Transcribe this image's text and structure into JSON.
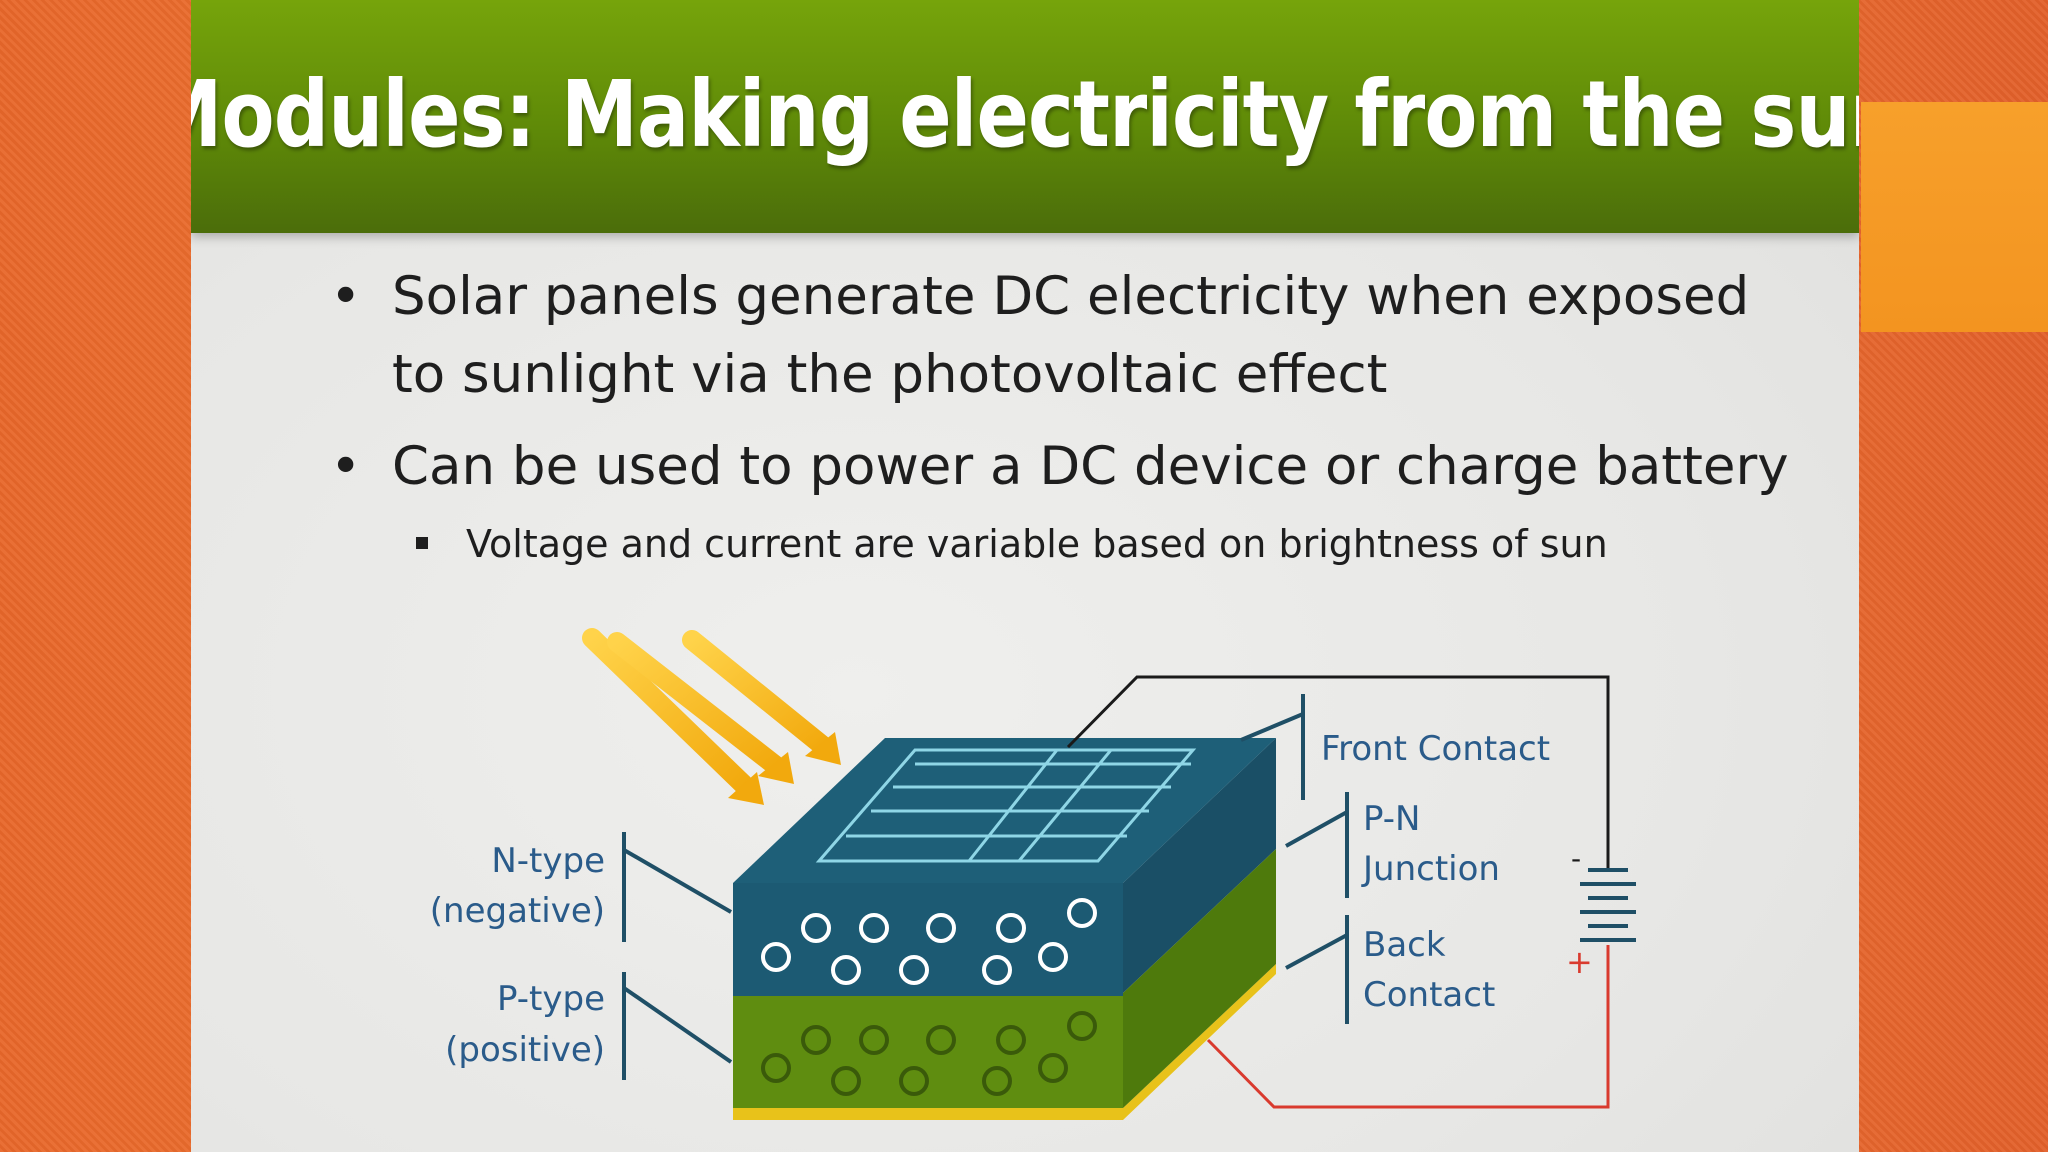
{
  "slide": {
    "title": "Modules: Making electricity from the sun",
    "bullets": [
      {
        "line1": "Solar panels generate DC electricity when exposed",
        "line2": "to sunlight via the photovoltaic effect"
      },
      {
        "line1": "Can be used to power a DC device or charge battery"
      }
    ],
    "sub_bullets": [
      "Voltage and current are variable based on brightness of sun"
    ]
  },
  "diagram": {
    "labels": {
      "n_type_1": "N-type",
      "n_type_2": "(negative)",
      "p_type_1": "P-type",
      "p_type_2": "(positive)",
      "front_contact": "Front Contact",
      "pn_1": "P-N",
      "pn_2": "Junction",
      "back_1": "Back",
      "back_2": "Contact",
      "minus": "-",
      "plus": "+"
    },
    "colors": {
      "n_layer": "#1c5a73",
      "p_layer": "#5f8d10",
      "label_text": "#2a5b8a",
      "wire_negative": "#1a1a1a",
      "wire_positive": "#d93a2e",
      "sun_ray": "#f5b412",
      "back_contact": "#e8c21a"
    }
  }
}
